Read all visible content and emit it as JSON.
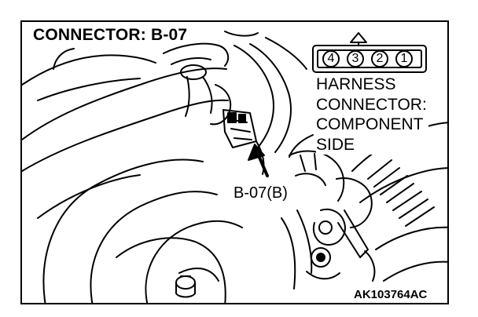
{
  "title": "CONNECTOR: B-07",
  "side_label": [
    "HARNESS",
    "CONNECTOR:",
    "COMPONENT",
    "SIDE"
  ],
  "pins": [
    "4",
    "3",
    "2",
    "1"
  ],
  "callout": "B-07(B)",
  "figure_id": "AK103764AC",
  "colors": {
    "ink": "#000000",
    "paper": "#ffffff"
  }
}
